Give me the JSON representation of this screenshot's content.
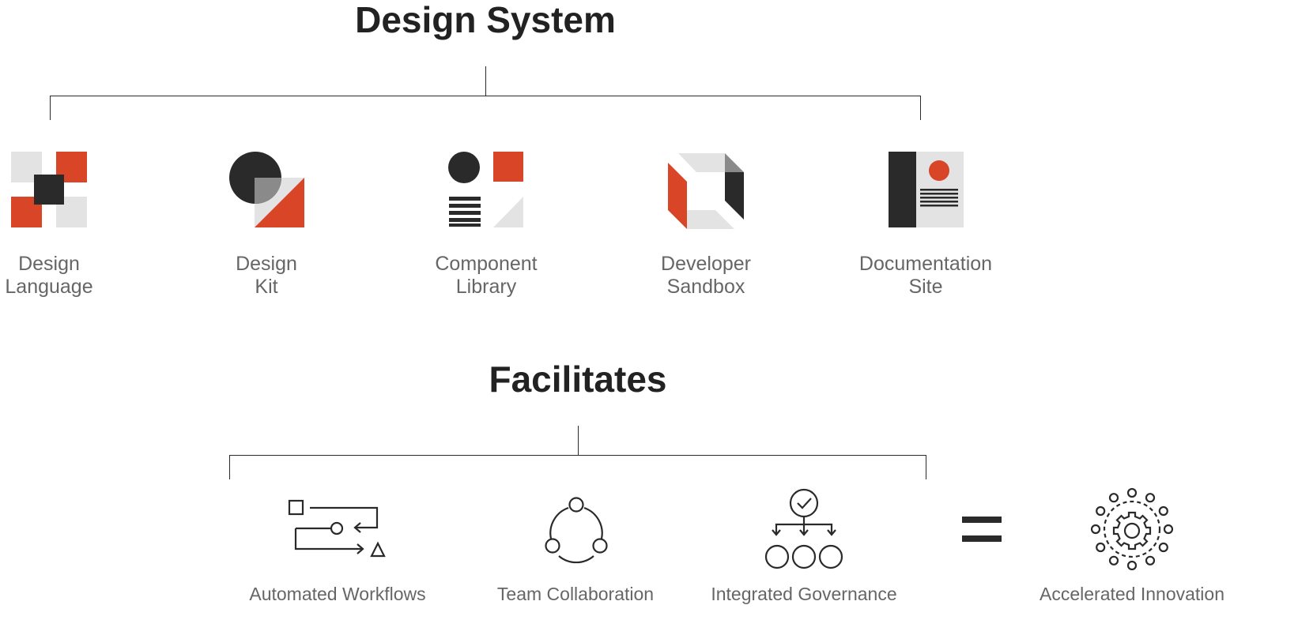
{
  "design_system": {
    "title": "Design System",
    "items": [
      {
        "line1": "Design",
        "line2": "Language",
        "icon": "design-language-icon"
      },
      {
        "line1": "Design",
        "line2": "Kit",
        "icon": "design-kit-icon"
      },
      {
        "line1": "Component",
        "line2": "Library",
        "icon": "component-library-icon"
      },
      {
        "line1": "Developer",
        "line2": "Sandbox",
        "icon": "developer-sandbox-icon"
      },
      {
        "line1": "Documentation",
        "line2": "Site",
        "icon": "documentation-site-icon"
      }
    ]
  },
  "facilitates": {
    "title": "Facilitates",
    "items": [
      {
        "label": "Automated Workflows",
        "icon": "workflow-icon"
      },
      {
        "label": "Team Collaboration",
        "icon": "collaboration-icon"
      },
      {
        "label": "Integrated Governance",
        "icon": "governance-icon"
      }
    ],
    "result": {
      "label": "Accelerated Innovation",
      "icon": "gear-icon"
    }
  },
  "colors": {
    "accent": "#d84527",
    "dark": "#2a2a2a",
    "light": "#e3e3e3",
    "mid": "#888888",
    "label": "#666666"
  }
}
